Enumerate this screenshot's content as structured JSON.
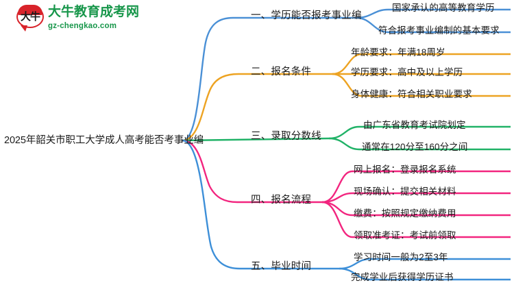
{
  "logo": {
    "mark_text": "大牛",
    "name": "大牛教育成考网",
    "url": "gz-chengkao.com",
    "brand_green": "#17964a",
    "brand_red": "#d8232a"
  },
  "mindmap": {
    "root": {
      "label": "2025年韶关市职工大学成人高考能否考事业编"
    },
    "branches": [
      {
        "label": "一、学历能否报考事业编",
        "color": "#4a90d6",
        "children": [
          {
            "label": "国家承认的高等教育学历"
          },
          {
            "label": "符合报考事业编制的基本要求"
          }
        ]
      },
      {
        "label": "二、报名条件",
        "color": "#eda322",
        "children": [
          {
            "label": "年龄要求：年满18周岁"
          },
          {
            "label": "学历要求：高中及以上学历"
          },
          {
            "label": "身体健康：符合相关职业要求"
          }
        ]
      },
      {
        "label": "三、录取分数线",
        "color": "#20b267",
        "children": [
          {
            "label": "由广东省教育考试院划定"
          },
          {
            "label": "通常在120分至160分之间"
          }
        ]
      },
      {
        "label": "四、报名流程",
        "color": "#f2257f",
        "children": [
          {
            "label": "网上报名：登录报名系统"
          },
          {
            "label": "现场确认：提交相关材料"
          },
          {
            "label": "缴费：按照规定缴纳费用"
          },
          {
            "label": "领取准考证：考试前领取"
          }
        ]
      },
      {
        "label": "五、毕业时间",
        "color": "#3d8fd8",
        "children": [
          {
            "label": "学习时间一般为2至3年"
          },
          {
            "label": "完成学业后获得学历证书"
          }
        ]
      }
    ]
  }
}
